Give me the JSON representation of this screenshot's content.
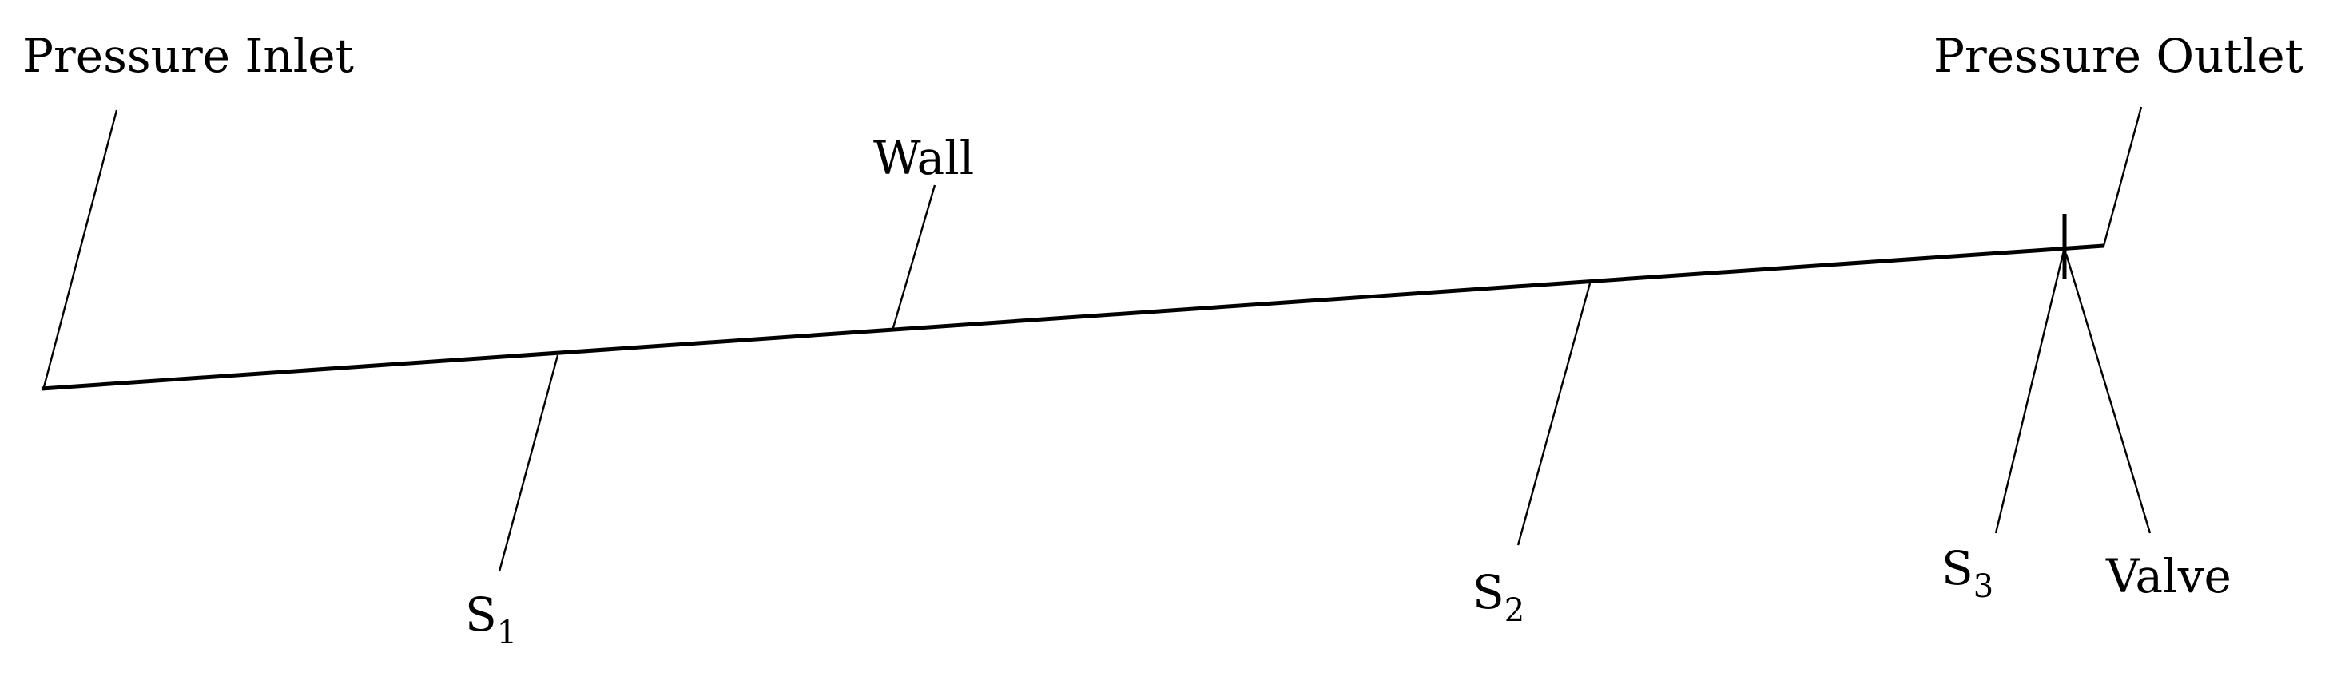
{
  "labels": {
    "pressure_inlet": "Pressure Inlet",
    "pressure_outlet": "Pressure Outlet",
    "wall": "Wall",
    "s1": {
      "base": "S",
      "sub": "1"
    },
    "s2": {
      "base": "S",
      "sub": "2"
    },
    "s3": {
      "base": "S",
      "sub": "3"
    },
    "valve": "Valve"
  },
  "colors": {
    "line": "#000000",
    "background": "#ffffff"
  }
}
